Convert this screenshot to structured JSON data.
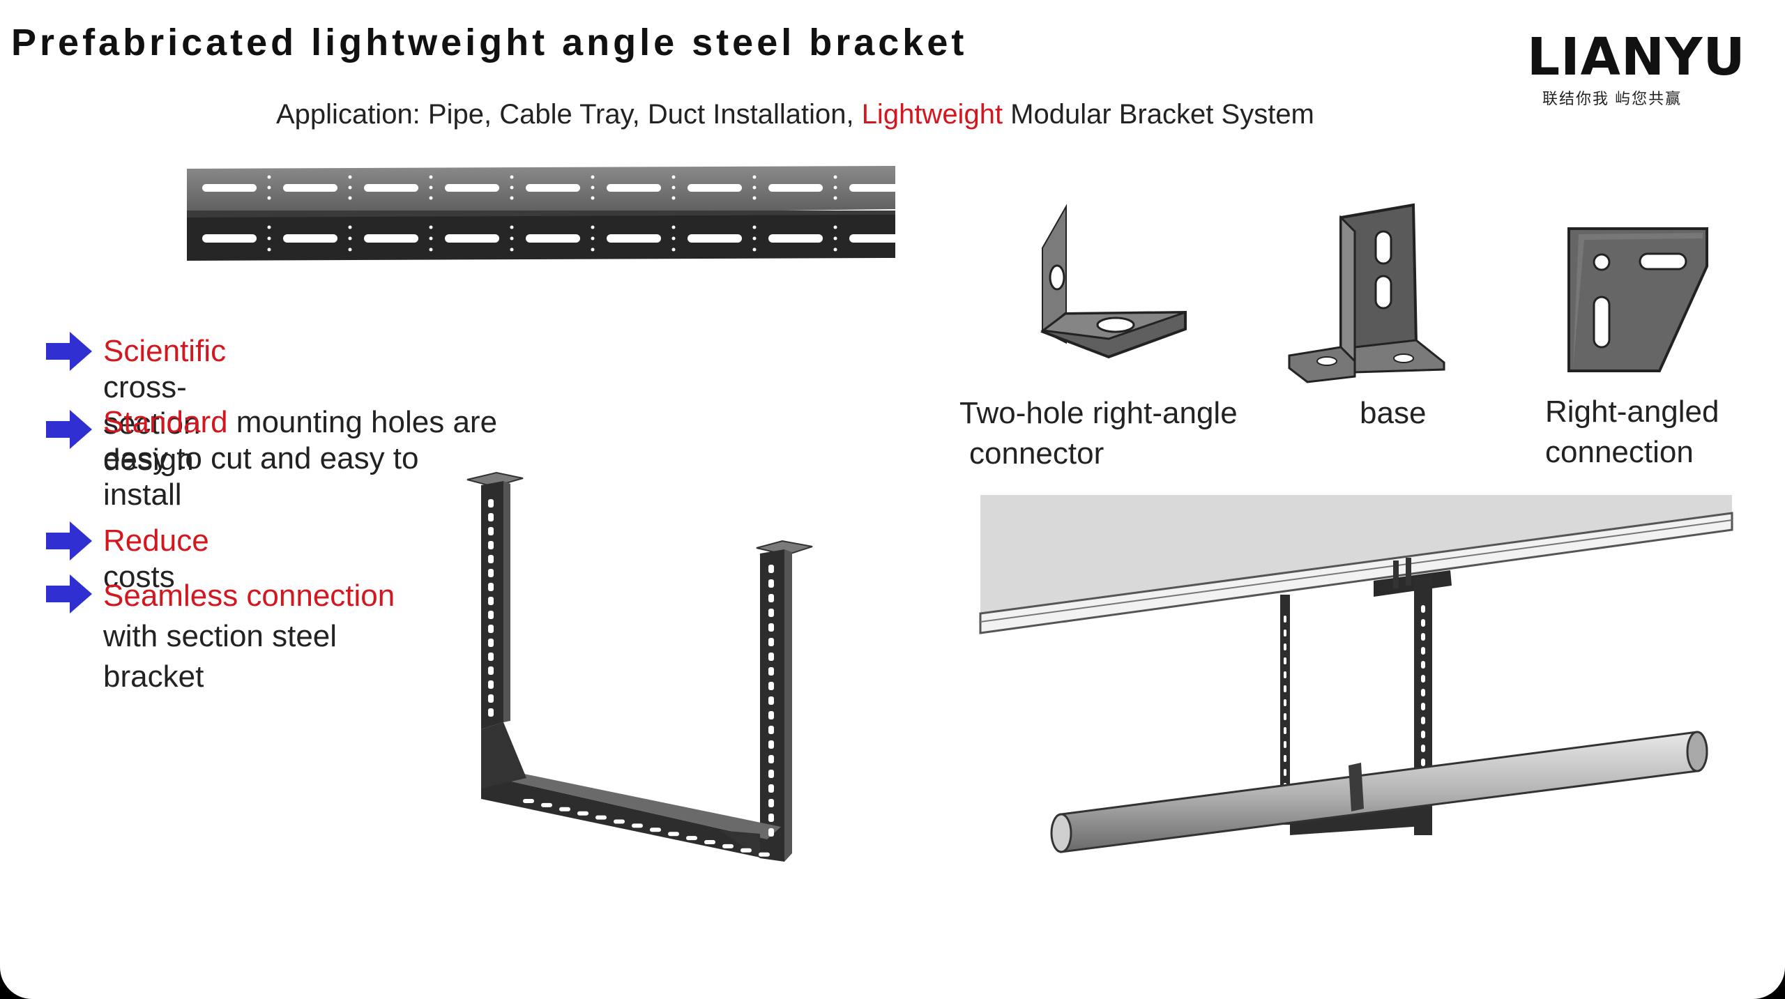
{
  "title": "Prefabricated lightweight angle steel bracket",
  "logo": {
    "word": "LIANYU",
    "tagline": "联结你我  屿您共赢"
  },
  "subtitle": {
    "prefix": "Application: Pipe, Cable Tray, Duct Installation, ",
    "highlight": "Lightweight",
    "suffix": " Modular Bracket System"
  },
  "bullets": [
    {
      "highlight": "Scientific",
      "line1_rest": " cross-section design",
      "more": []
    },
    {
      "highlight": "Standard",
      "line1_rest": " mounting holes are",
      "more": [
        "easy to cut and easy to",
        "install"
      ]
    },
    {
      "highlight": "Reduce",
      "line1_rest": " costs",
      "more": []
    },
    {
      "highlight": "Seamless connection",
      "line1_rest": "",
      "more": [
        "with section steel",
        "bracket"
      ]
    }
  ],
  "parts": [
    {
      "icon": "two-hole-angle-connector-icon",
      "label_line1": "Two-hole right-angle",
      "label_line2": "connector"
    },
    {
      "icon": "base-icon",
      "label_line1": "base",
      "label_line2": ""
    },
    {
      "icon": "right-angle-connection-plate-icon",
      "label_line1": "Right-angled",
      "label_line2": "connection"
    }
  ],
  "colors": {
    "accent_red": "#d4161e",
    "arrow_blue": "#2f2fd2",
    "steel_dark": "#2b2b2b",
    "steel_grey": "#6f6f6f"
  }
}
